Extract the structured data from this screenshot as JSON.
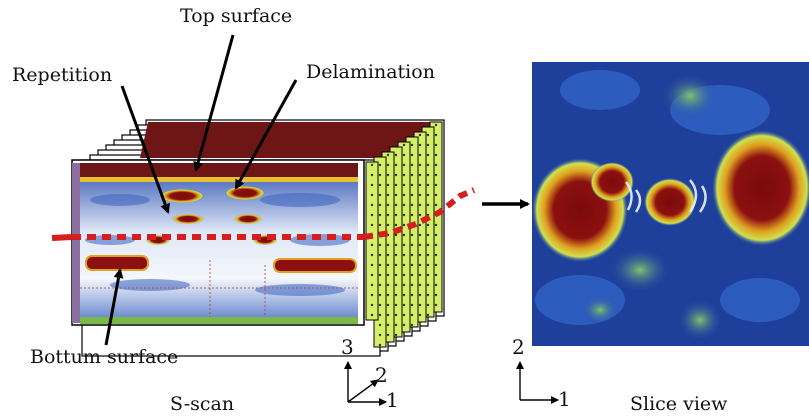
{
  "labels": {
    "top_surface": "Top surface",
    "repetition": "Repetition",
    "delamination": "Delamination",
    "bottom_surface": "Bottum surface",
    "s_scan": "S-scan",
    "slice_view": "Slice view"
  },
  "axes_sscan": {
    "vertical": "3",
    "depth": "2",
    "horizontal": "1"
  },
  "axes_slice": {
    "vertical": "2",
    "horizontal": "1"
  },
  "colors": {
    "slice_line": "#d41f1f",
    "cscan_background": "#1e3f9a",
    "defect": "#7a0a0a",
    "panel_side": "#c8e85a",
    "top_band": "#6e1616"
  }
}
